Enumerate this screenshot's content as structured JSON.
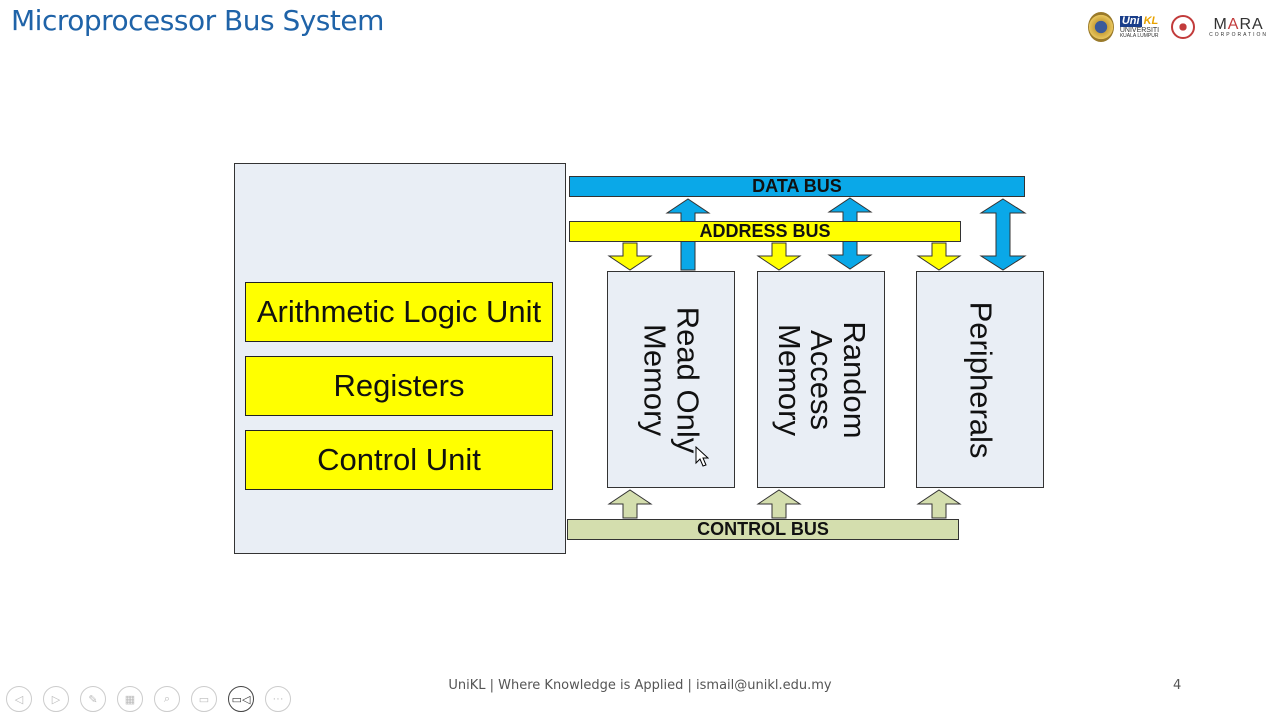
{
  "slide": {
    "title": "Microprocessor Bus System",
    "page_number": "4",
    "footer": "UniKL | Where Knowledge is Applied | ismail@unikl.edu.my"
  },
  "logos": {
    "unikl_top_left": "Uni",
    "unikl_top_right": "KL",
    "unikl_sub": "UNIVERSITI",
    "unikl_sub2": "KUALA LUMPUR",
    "mara_main_1": "M",
    "mara_main_a": "A",
    "mara_main_2": "RA",
    "mara_sub": "CORPORATION"
  },
  "diagram": {
    "cpu_units": [
      "Arithmetic Logic Unit",
      "Registers",
      "Control Unit"
    ],
    "buses": {
      "data": "DATA BUS",
      "address": "ADDRESS BUS",
      "control": "CONTROL BUS"
    },
    "components": [
      {
        "label": "Read Only\nMemory",
        "line1": "Read Only",
        "line2": "Memory",
        "data_bus": "output-to-bus"
      },
      {
        "label": "Random Access Memory",
        "line1": "Random",
        "line2": "Access",
        "line3": "Memory",
        "data_bus": "bidirectional"
      },
      {
        "label": "Peripherals",
        "line1": "Peripherals",
        "data_bus": "bidirectional"
      }
    ],
    "colors": {
      "data_bus": "#0aa8e8",
      "address_bus": "#ffff00",
      "control_bus": "#d4deae",
      "cpu_unit": "#ffff00",
      "box_fill": "#e9eef5"
    }
  },
  "toolbar": {
    "buttons": [
      {
        "name": "previous-slide",
        "icon": "◁"
      },
      {
        "name": "next-slide",
        "icon": "▷"
      },
      {
        "name": "pen",
        "icon": "✎"
      },
      {
        "name": "see-all-slides",
        "icon": "▦"
      },
      {
        "name": "zoom",
        "icon": "⌕"
      },
      {
        "name": "subtitles",
        "icon": "▭"
      },
      {
        "name": "camera",
        "icon": "▭◁"
      },
      {
        "name": "more",
        "icon": "···"
      }
    ]
  }
}
